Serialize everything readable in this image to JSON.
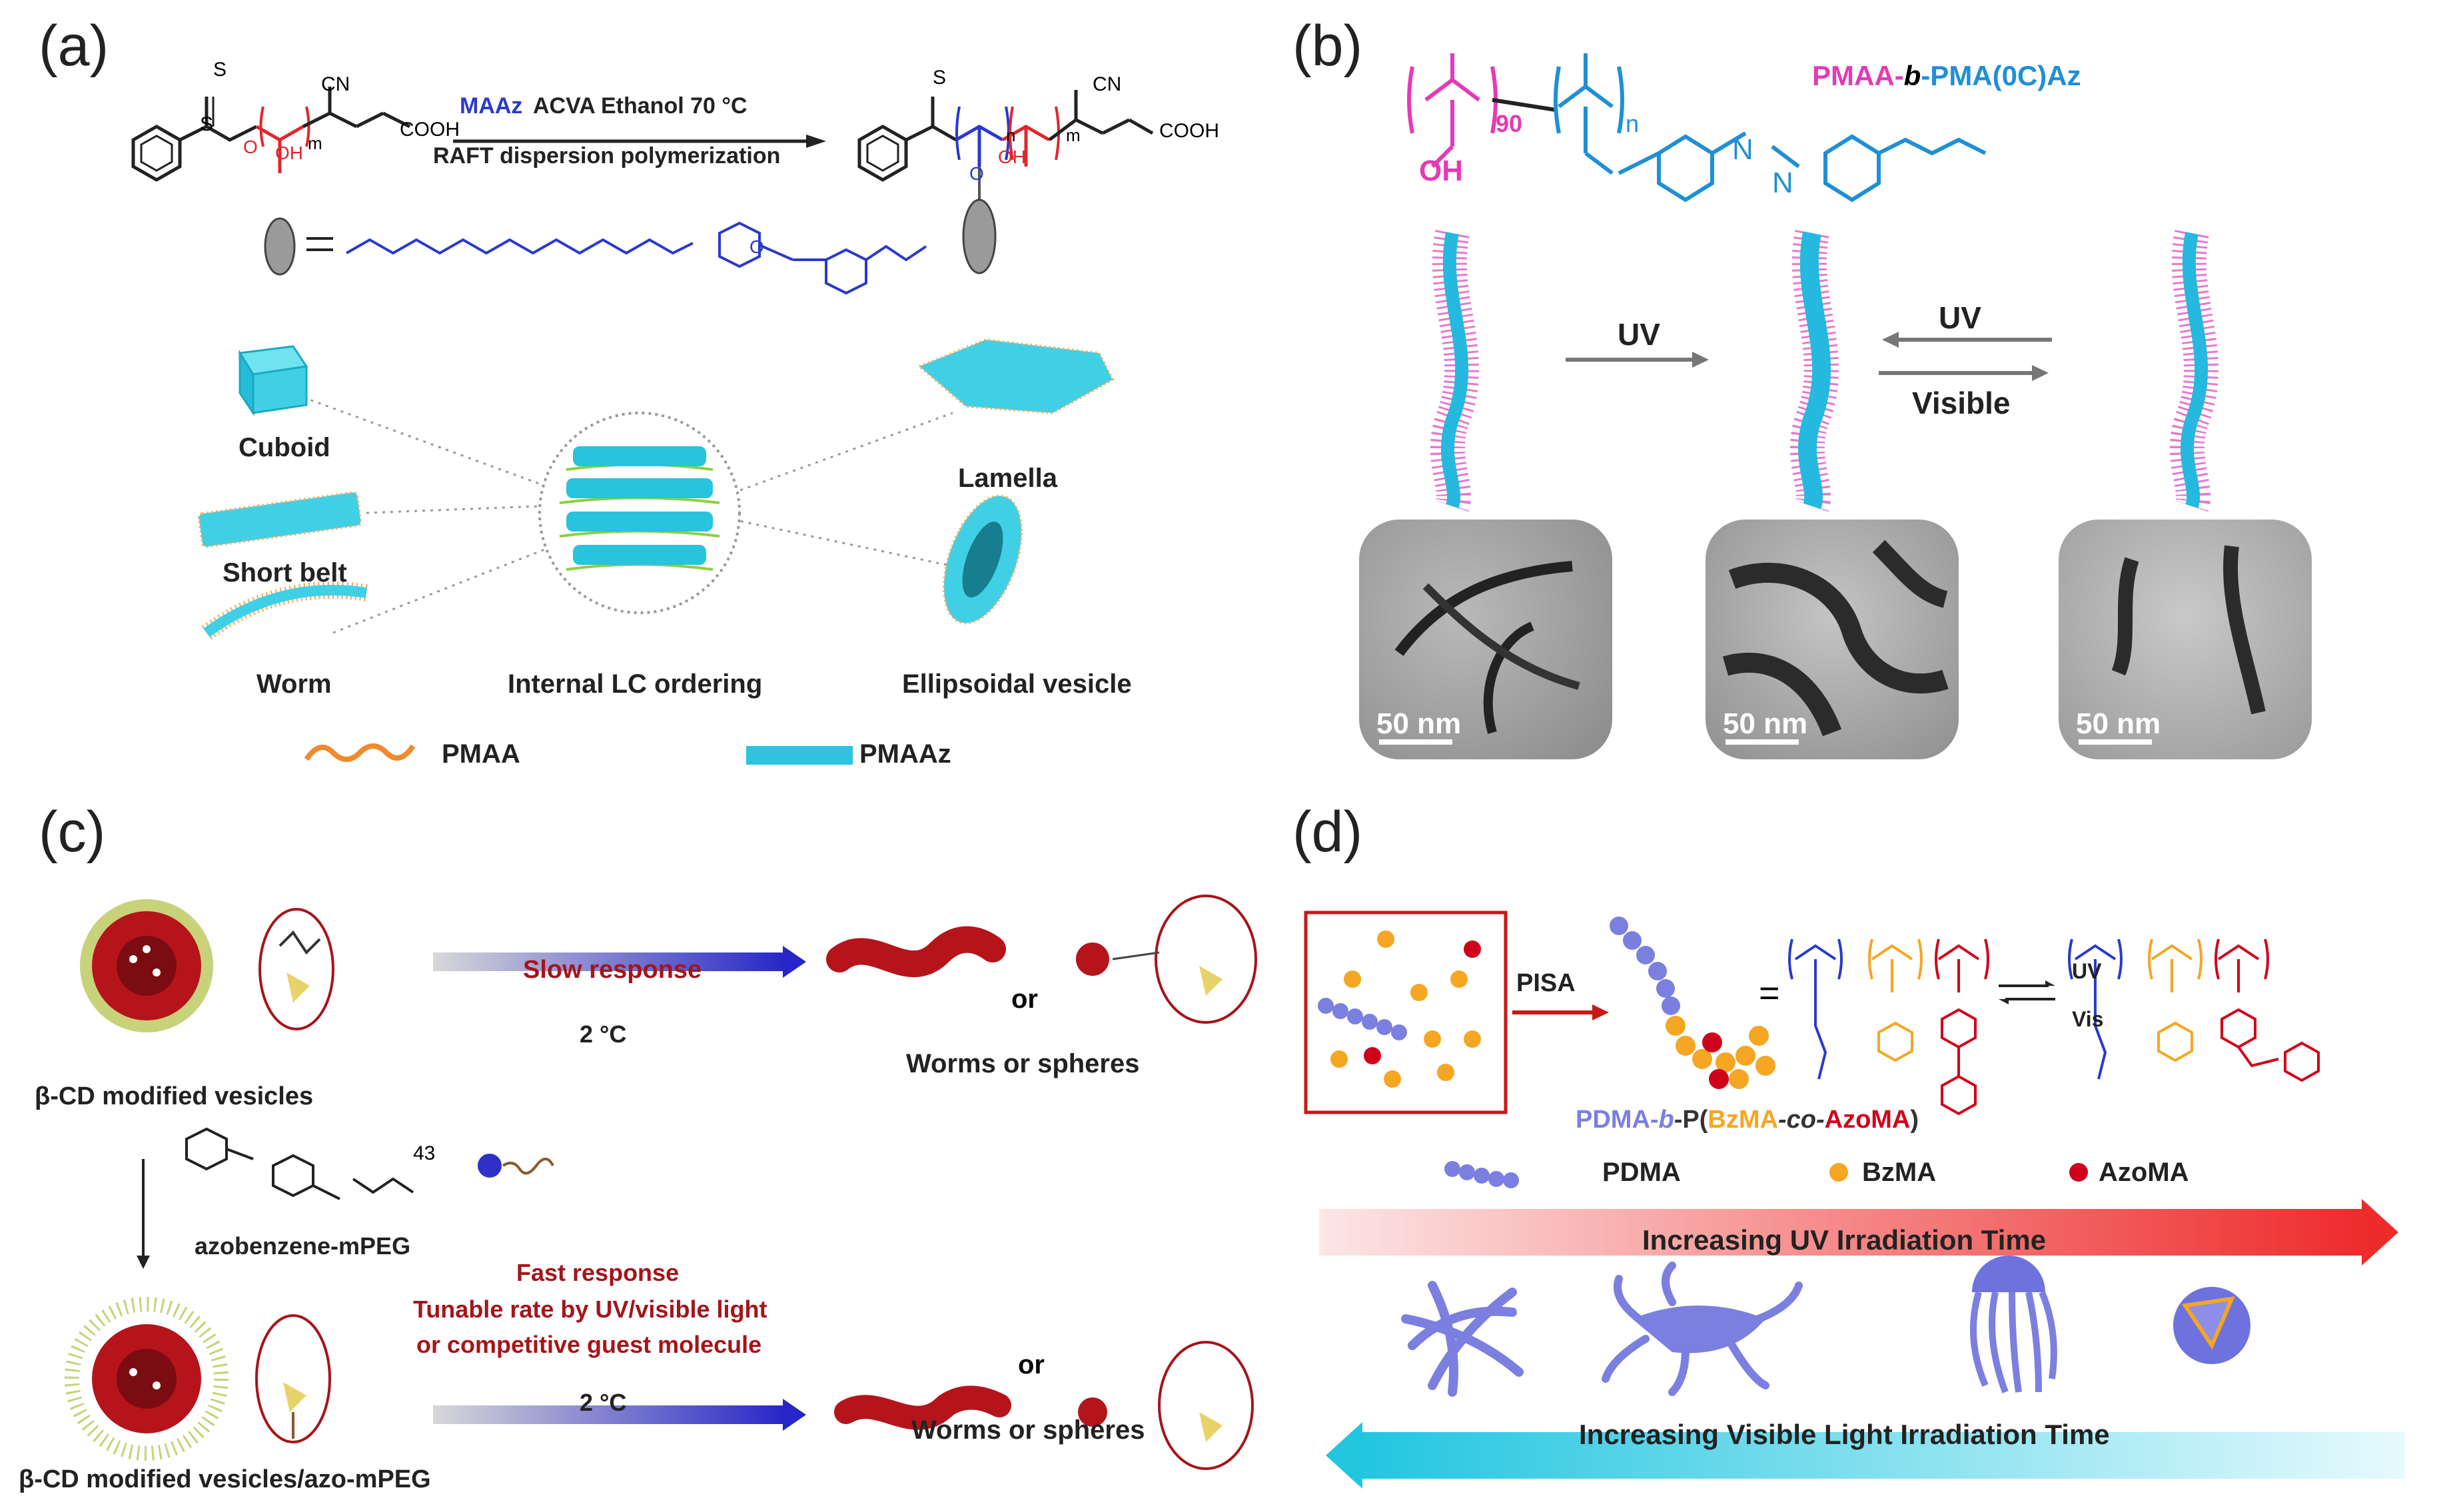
{
  "panels": {
    "a": {
      "label": "(a)",
      "reaction": {
        "reagent_maaz": "MAAz",
        "reagents_rest": "ACVA  Ethanol  70 °C",
        "method": "RAFT dispersion polymerization",
        "cn": "CN",
        "cooh_left": "COOH",
        "cooh_right": "COOH",
        "oh": "OH",
        "m": "m",
        "n": "n",
        "s": "S",
        "o": "O"
      },
      "morphologies": [
        "Cuboid",
        "Short belt",
        "Worm",
        "Internal LC ordering",
        "Lamella",
        "Ellipsoidal vesicle"
      ],
      "legend": [
        "PMAA",
        "PMAAz"
      ],
      "colors": {
        "pmaa": "#f08a2e",
        "pmaaz": "#2ec4e0"
      }
    },
    "b": {
      "label": "(b)",
      "polymer_title_pmaa": "PMAA-",
      "polymer_title_b": "b",
      "polymer_title_rest": "-PMA(0C)Az",
      "subscript_90": "90",
      "subscript_n": "n",
      "oh": "OH",
      "uv1": "UV",
      "uv2": "UV",
      "visible": "Visible",
      "tem_scale": [
        "50 nm",
        "50 nm",
        "50 nm"
      ],
      "colors": {
        "magenta": "#e43bb4",
        "blue": "#1f8fd6"
      }
    },
    "c": {
      "label": "(c)",
      "vesicle1": "β-CD modified vesicles",
      "vesicle2": "β-CD modified vesicles/azo-mPEG",
      "slow": "Slow response",
      "temp1": "2 °C",
      "temp2": "2 °C",
      "fast_line1": "Fast response",
      "fast_line2": "Tunable rate by UV/visible light",
      "fast_line3": "or competitive guest molecule",
      "or1": "or",
      "or2": "or",
      "worms1": "Worms or spheres",
      "worms2": "Worms or spheres",
      "azo_label": "azobenzene-mPEG",
      "subscript_43": "43",
      "colors": {
        "red": "#a4151a"
      }
    },
    "d": {
      "label": "(d)",
      "pisa": "PISA",
      "equals": "=",
      "uv": "UV",
      "vis": "Vis",
      "polymer_pdma": "PDMA-",
      "polymer_b": "b",
      "polymer_p": "-P(",
      "polymer_bzma": "BzMA",
      "polymer_co": "-co-",
      "polymer_azoma": "AzoMA",
      "polymer_close": ")",
      "legend": [
        "PDMA",
        "BzMA",
        "AzoMA"
      ],
      "uv_arrow": "Increasing UV Irradiation Time",
      "vis_arrow": "Increasing Visible Light Irradiation Time",
      "colors": {
        "pdma": "#7b7fe0",
        "bzma": "#f5a623",
        "azoma": "#d0021b"
      }
    }
  }
}
